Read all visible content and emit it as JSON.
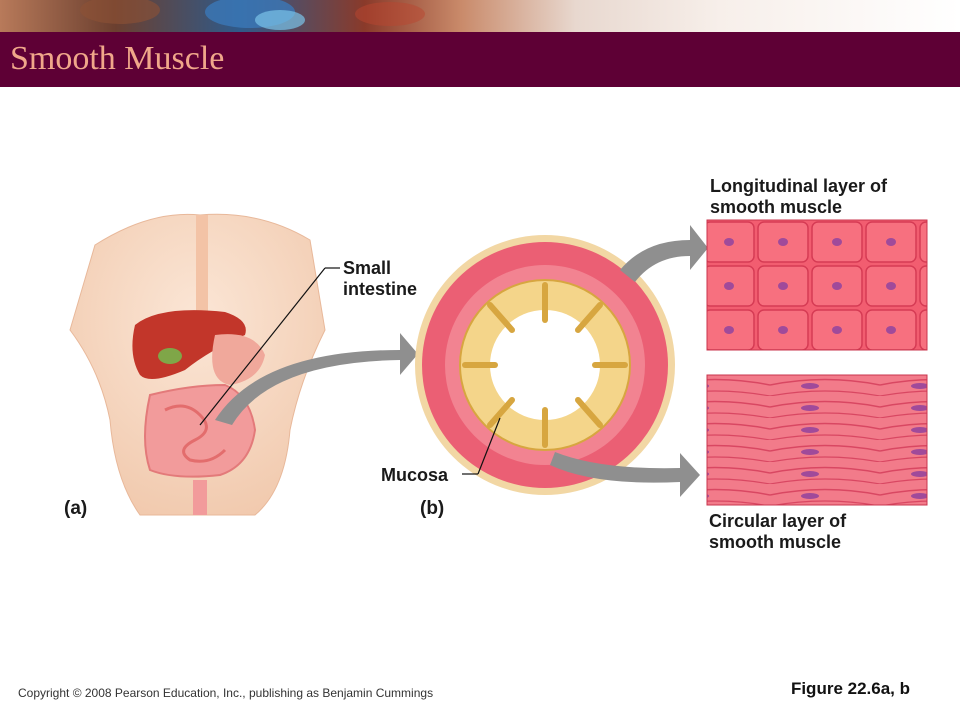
{
  "slide": {
    "title": "Smooth Muscle",
    "figure_ref": "Figure 22.6a, b",
    "copyright": "Copyright © 2008 Pearson Education, Inc., publishing as Benjamin Cummings"
  },
  "colors": {
    "title_bar": "#5e0035",
    "title_text": "#f0a78a",
    "muscle_pink": "#ef5f73",
    "mucosa_yellow": "#f1cf6a",
    "arrow_gray": "#8f8f8f"
  },
  "labels": {
    "small_intestine": "Small\nintestine",
    "mucosa": "Mucosa",
    "panel_a": "(a)",
    "panel_b": "(b)",
    "longitudinal": "Longitudinal layer of\nsmooth muscle",
    "circular": "Circular layer of\nsmooth muscle"
  }
}
